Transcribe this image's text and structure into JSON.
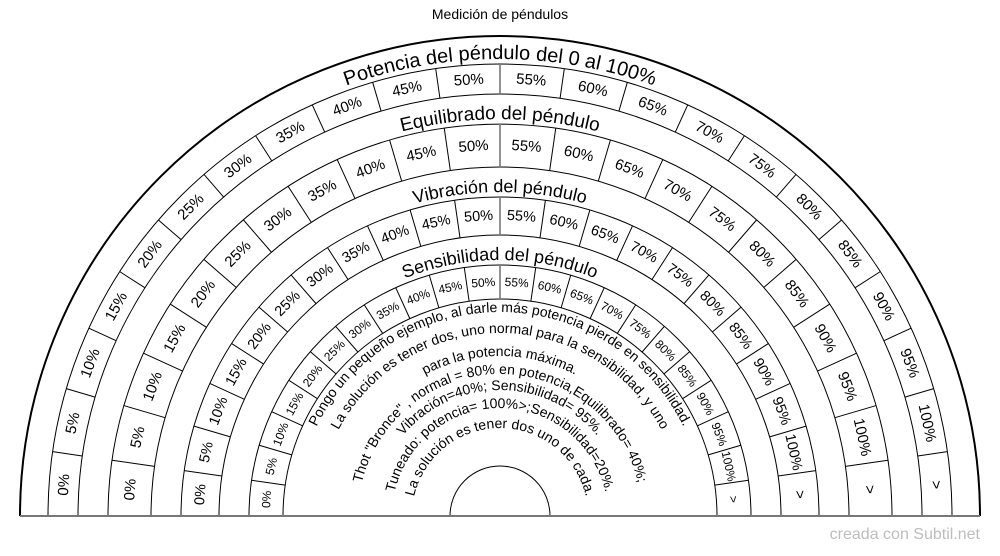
{
  "title": "Medición de péndulos",
  "footer": "creada con Subtil.net",
  "segment_labels": [
    "0%",
    "5%",
    "10%",
    "15%",
    "20%",
    "25%",
    "30%",
    "35%",
    "40%",
    "45%",
    "50%",
    "55%",
    "60%",
    "65%",
    "70%",
    "75%",
    "80%",
    "85%",
    "90%",
    "95%",
    "100%",
    ">"
  ],
  "rings": [
    {
      "title": "Potencia del péndulo del 0 al 100%"
    },
    {
      "title": "Equilibrado del péndulo"
    },
    {
      "title": "Vibración del péndulo"
    },
    {
      "title": "Sensibilidad del péndulo"
    }
  ],
  "center_text": [
    "Pongo un pequeño ejemplo, al darle más potencia pierde en sensibilidad.",
    "La solución es tener dos, uno normal para la sensibilidad, y uno",
    "para la potencia máxima.",
    "Thot \"Bronce\" , normal = 80% en potencia,Equilibrado= 40%;",
    "Vibración=40%; Sensibilidad= 95%.",
    "Tuneado: potencia= 100%>;Sensibilidad=20%.",
    "La solución es tener dos uno de cada."
  ]
}
